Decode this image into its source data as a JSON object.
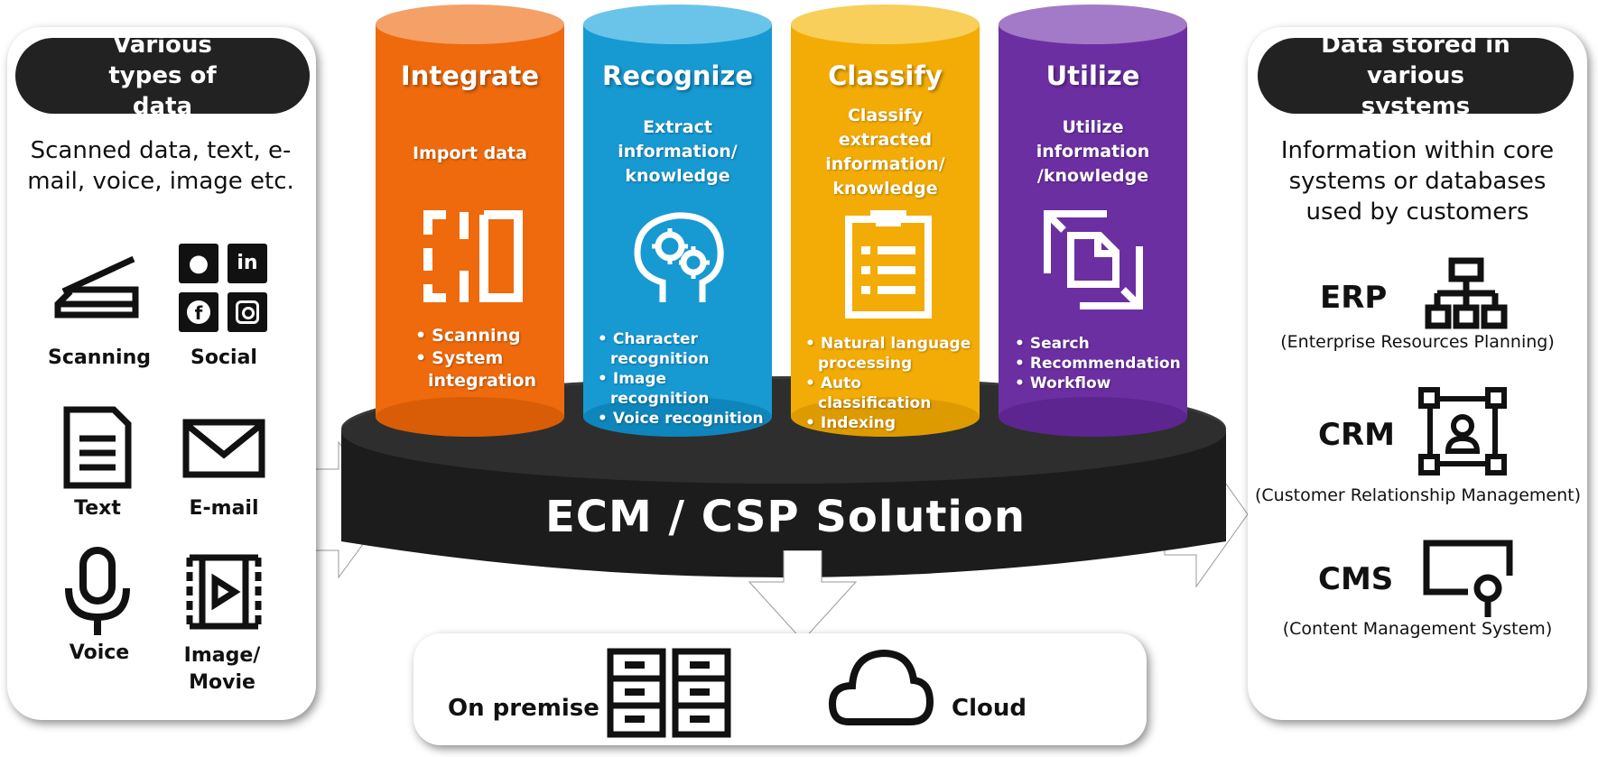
{
  "left": {
    "title": "Various types of data",
    "description": "Scanned data, text, e-mail, voice, image etc.",
    "items": [
      {
        "label": "Scanning",
        "icon": "scanner-icon"
      },
      {
        "label": "Social",
        "icon": "social-media-icon"
      },
      {
        "label": "Text",
        "icon": "document-icon"
      },
      {
        "label": "E-mail",
        "icon": "envelope-icon"
      },
      {
        "label": "Voice",
        "icon": "microphone-icon"
      },
      {
        "label": "Image/ Movie",
        "icon": "film-icon"
      }
    ]
  },
  "pillars": [
    {
      "title": "Integrate",
      "subtitle": "Import data",
      "bullets": [
        "Scanning",
        "System integration"
      ],
      "color": "#ee6a0c",
      "icon": "integrate-icon"
    },
    {
      "title": "Recognize",
      "subtitle": "Extract information/ knowledge",
      "bullets": [
        "Character recognition",
        "Image recognition",
        "Voice recognition"
      ],
      "color": "#1799d2",
      "icon": "brain-gears-icon"
    },
    {
      "title": "Classify",
      "subtitle": "Classify extracted information/ knowledge",
      "bullets": [
        "Natural language processing",
        "Auto classification",
        "Indexing"
      ],
      "color": "#f3ac05",
      "icon": "checklist-icon"
    },
    {
      "title": "Utilize",
      "subtitle": "Utilize information /knowledge",
      "bullets": [
        "Search",
        "Recommendation",
        "Workflow"
      ],
      "color": "#6c2fa2",
      "icon": "document-expand-icon"
    }
  ],
  "platform": {
    "label": "ECM / CSP  Solution",
    "color": "#1c1c1c"
  },
  "bottom": {
    "on_premise": "On premise",
    "cloud": "Cloud"
  },
  "right": {
    "title": "Data stored  in various systems",
    "description": "Information within core systems or databases used by customers",
    "systems": [
      {
        "name": "ERP",
        "full": "(Enterprise Resources Planning)",
        "icon": "org-chart-icon"
      },
      {
        "name": "CRM",
        "full": "(Customer Relationship Management)",
        "icon": "crm-frame-icon"
      },
      {
        "name": "CMS",
        "full": "(Content Management System)",
        "icon": "monitor-pin-icon"
      }
    ]
  }
}
